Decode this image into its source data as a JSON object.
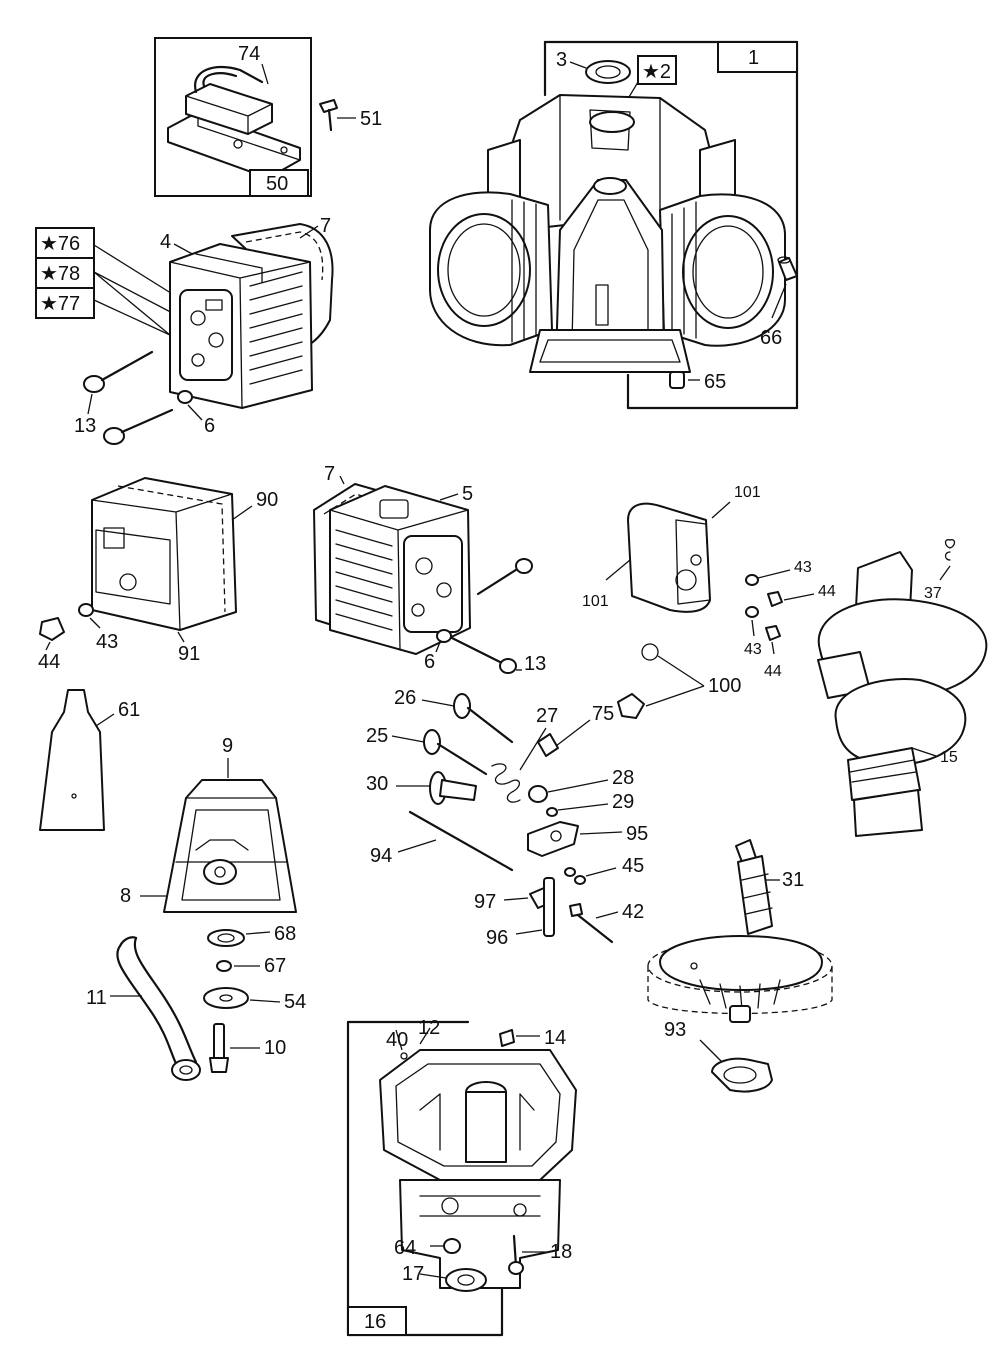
{
  "labels": {
    "l1": "1",
    "l2": "★2",
    "l3": "3",
    "l4": "4",
    "l5": "5",
    "l6a": "6",
    "l6b": "6",
    "l7a": "7",
    "l7b": "7",
    "l8": "8",
    "l9": "9",
    "l10": "10",
    "l11": "11",
    "l12": "12",
    "l13a": "13",
    "l13b": "13",
    "l14": "14",
    "l15": "15",
    "l16": "16",
    "l17": "17",
    "l18": "18",
    "l25": "25",
    "l26": "26",
    "l27": "27",
    "l28": "28",
    "l29": "29",
    "l30": "30",
    "l31": "31",
    "l37": "37",
    "l40": "40",
    "l42": "42",
    "l43a": "43",
    "l43b": "43",
    "l43c": "43",
    "l44a": "44",
    "l44b": "44",
    "l44c": "44",
    "l45": "45",
    "l50": "50",
    "l51": "51",
    "l54": "54",
    "l61": "61",
    "l64": "64",
    "l65": "65",
    "l66": "66",
    "l67": "67",
    "l68": "68",
    "l74": "74",
    "l75": "75",
    "l76": "★76",
    "l77": "★77",
    "l78": "★78",
    "l90": "90",
    "l91": "91",
    "l93": "93",
    "l94": "94",
    "l95": "95",
    "l96": "96",
    "l97": "97",
    "l100": "100",
    "l101a": "101",
    "l101b": "101"
  }
}
